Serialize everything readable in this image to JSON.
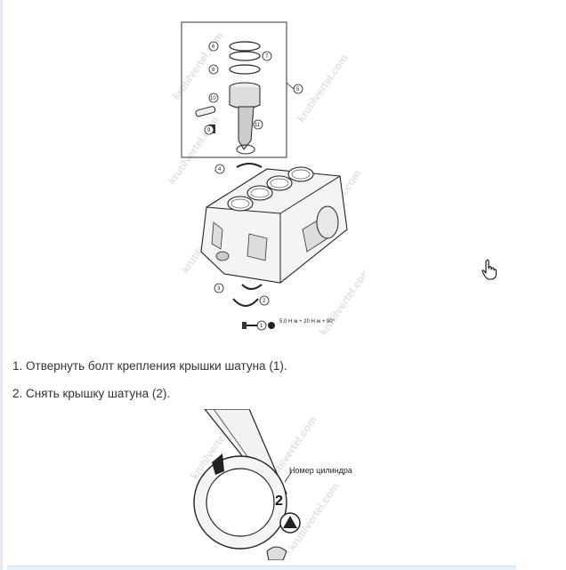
{
  "figure_top": {
    "alt": "engine block exploded diagram",
    "callouts": [
      "1",
      "2",
      "3",
      "4",
      "5",
      "6",
      "7",
      "8",
      "9",
      "10",
      "11"
    ],
    "torque_note": "5,0 Н·м + 20 Н·м + 90°",
    "watermark": "krutilvertel.com"
  },
  "steps": [
    "1. Отвернуть болт крепления крышки шатуна (1).",
    "2. Снять крышку шатуна (2)."
  ],
  "figure_bottom": {
    "label": "Номер цилиндра",
    "digit": "2",
    "watermark": "krutilvertel.com"
  },
  "icons": {
    "cursor": "hand-pointer-icon",
    "logo": "site-logo-icon"
  }
}
